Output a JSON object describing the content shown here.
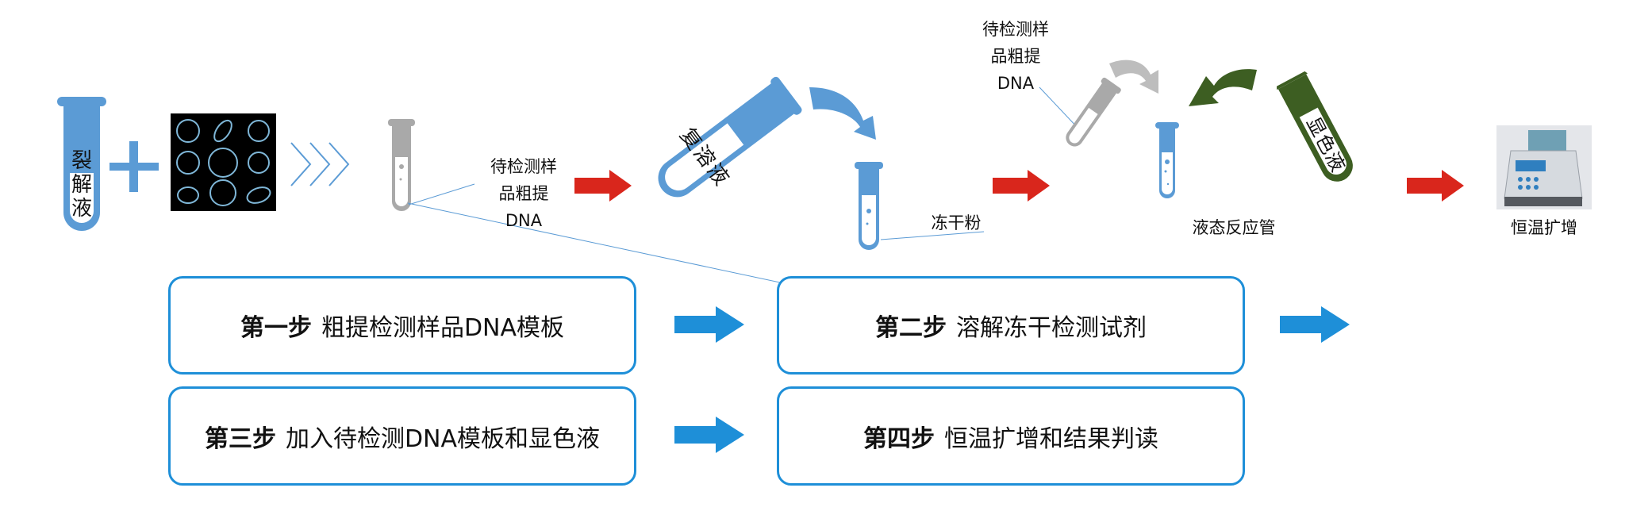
{
  "colors": {
    "tube_blue": "#5b9bd5",
    "tube_gray": "#a9a9a9",
    "tube_green": "#3d5e22",
    "red_arrow": "#d9261c",
    "step_blue": "#1e8fd8"
  },
  "top_row": {
    "lysis_tube_label": "裂解液",
    "sample_dna_label": [
      "待检测样",
      "品粗提",
      "DNA"
    ],
    "redissolve_tube_label": "复溶液",
    "freeze_dried_label": "冻干粉",
    "sample_dna_label_2": [
      "待检测样",
      "品粗提",
      "DNA"
    ],
    "liquid_tube_label": "液态反应管",
    "color_tube_label": "显色液",
    "incubator_label": "恒温扩增"
  },
  "steps": [
    {
      "num": "第一步",
      "text": "粗提检测样品DNA模板"
    },
    {
      "num": "第二步",
      "text": "溶解冻干检测试剂"
    },
    {
      "num": "第三步",
      "text": "加入待检测DNA模板和显色液"
    },
    {
      "num": "第四步",
      "text": "恒温扩增和结果判读"
    }
  ]
}
